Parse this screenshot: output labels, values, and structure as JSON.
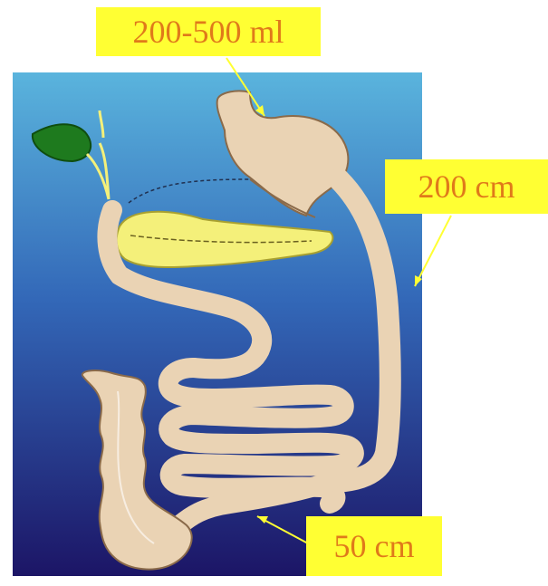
{
  "labels": {
    "stomach_volume": "200-500 ml",
    "jejunum_length": "200 cm",
    "ileum_length": "50 cm"
  },
  "colors": {
    "label_background": "#ffff33",
    "label_text": "#e07a1a",
    "panel_top": "#5ab4dd",
    "panel_bottom": "#1c1566",
    "organ_fill": "#ead3b4",
    "pancreas_fill": "#f4f07a",
    "gallbladder_fill": "#1e7a1e",
    "arrow_color": "#ffff33"
  }
}
